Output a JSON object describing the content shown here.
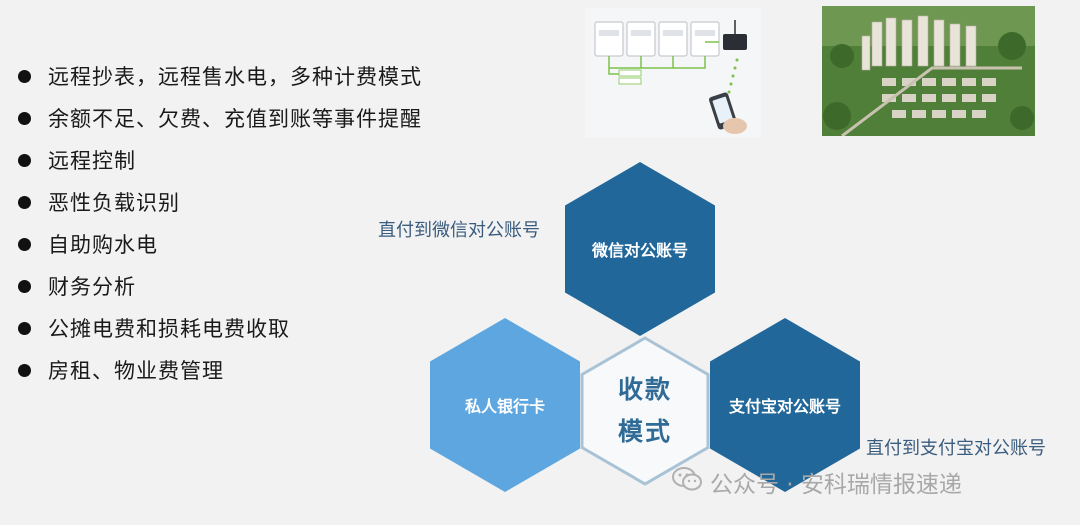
{
  "features": [
    "远程抄表，远程售水电，多种计费模式",
    "余额不足、欠费、充值到账等事件提醒",
    "远程控制",
    "恶性负载识别",
    "自助购水电",
    "财务分析",
    "公摊电费和损耗电费收取",
    "房租、物业费管理"
  ],
  "diagram": {
    "center": {
      "line1": "收款",
      "line2": "模式"
    },
    "wechat": "微信对公账号",
    "bank": "私人银行卡",
    "alipay": "支付宝对公账号"
  },
  "notes": {
    "wechat": "直付到微信对公账号",
    "alipay": "直付到支付宝对公账号"
  },
  "watermark": "公众号 · 安科瑞情报速递",
  "colors": {
    "wechat_hex": "#22679a",
    "bank_hex": "#5ea6df",
    "alipay_hex": "#22679a",
    "center_hex_fill": "#f7f9fb",
    "center_hex_stroke": "#a9c3d6"
  }
}
